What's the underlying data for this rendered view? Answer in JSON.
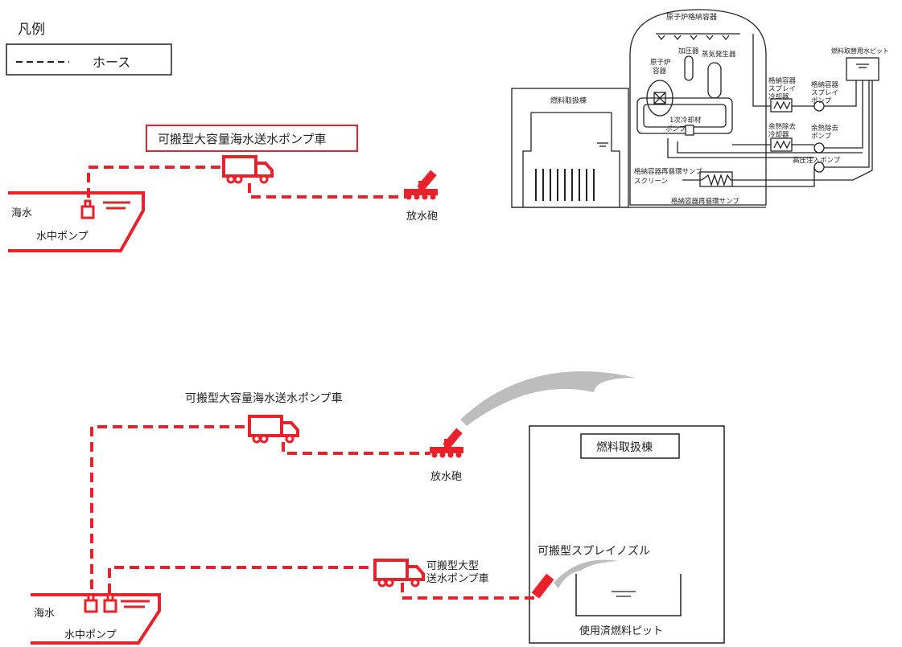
{
  "legend": {
    "title": "凡例",
    "hose_label": "ホース"
  },
  "top_scenario": {
    "pump_truck_label": "可搬型大容量海水送水ポンプ車",
    "sea_label": "海水",
    "submersible_pump_label": "水中ポンプ",
    "water_cannon_label": "放水砲"
  },
  "plant_diagram": {
    "containment_title": "原子炉格納容器",
    "fuel_building": "燃料取扱棟",
    "reactor_vessel": [
      "原子炉",
      "容器"
    ],
    "pressurizer": "加圧器",
    "steam_generator": "蒸気発生器",
    "primary_coolant_pump": [
      "1次冷却材",
      "ポンプ"
    ],
    "refueling_water_pit": "燃料取替用水ピット",
    "cv_spray_cooler": [
      "格納容器",
      "スプレイ",
      "冷却器"
    ],
    "cv_spray_pump": [
      "格納容器",
      "スプレイ",
      "ポンプ"
    ],
    "rhr_cooler": [
      "余熱除去",
      "冷却器"
    ],
    "rhr_pump": [
      "余熱除去",
      "ポンプ"
    ],
    "hpi_pump": "高圧注入ポンプ",
    "sump_screen": [
      "格納容器再循環サンプ",
      "スクリーン"
    ],
    "recirculation_sump": "格納容器再循環サンプ"
  },
  "bottom_scenario": {
    "large_pump_truck_label": "可搬型大容量海水送水ポンプ車",
    "water_cannon_label": "放水砲",
    "fuel_building_label": "燃料取扱棟",
    "small_pump_truck_label": [
      "可搬型大型",
      "送水ポンプ車"
    ],
    "spray_nozzle_label": "可搬型スプレイノズル",
    "spent_fuel_pit_label": "使用済燃料ピット",
    "sea_label": "海水",
    "submersible_pump_label": "水中ポンプ"
  },
  "colors": {
    "accent": "#e8212a",
    "spray": "#bdbdbd",
    "line": "#222222"
  }
}
